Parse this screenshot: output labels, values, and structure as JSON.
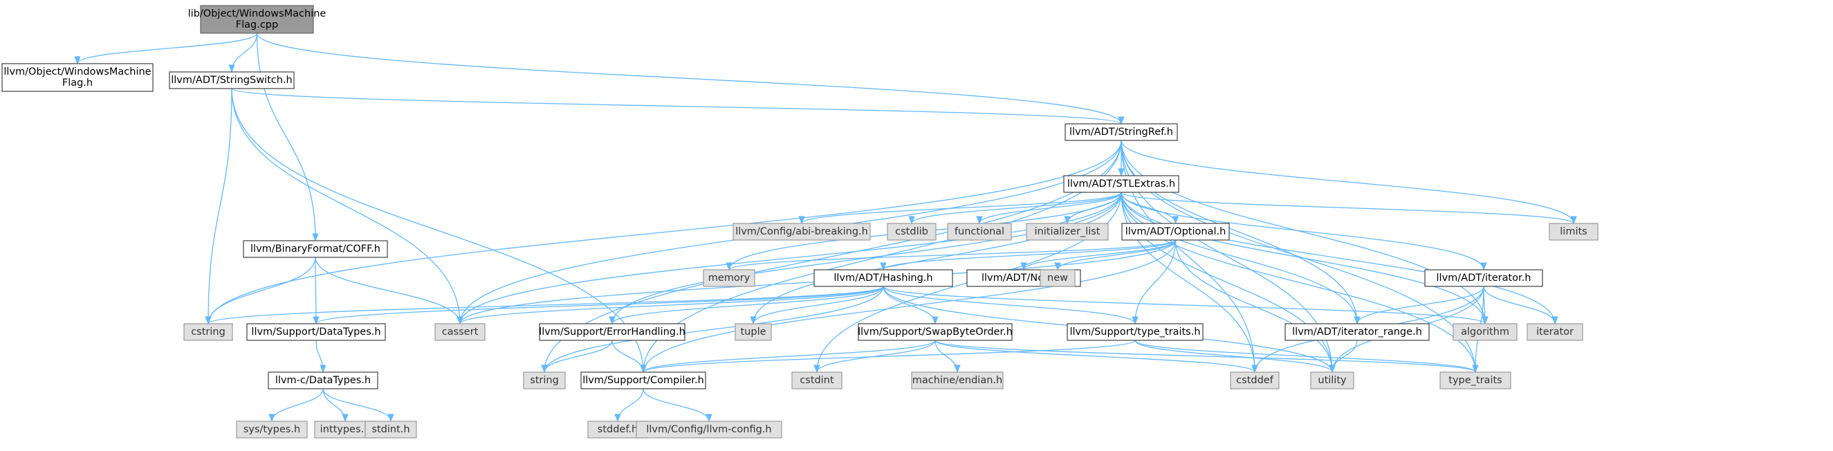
{
  "graph": {
    "nodes": [
      {
        "id": "root",
        "lines": [
          "lib/Object/WindowsMachine",
          "Flag.cpp"
        ],
        "kind": "root"
      },
      {
        "id": "wmf_h",
        "lines": [
          "llvm/Object/WindowsMachine",
          "Flag.h"
        ],
        "kind": "int"
      },
      {
        "id": "stringswitch",
        "lines": [
          "llvm/ADT/StringSwitch.h"
        ],
        "kind": "int"
      },
      {
        "id": "stringref",
        "lines": [
          "llvm/ADT/StringRef.h"
        ],
        "kind": "int"
      },
      {
        "id": "stlextras",
        "lines": [
          "llvm/ADT/STLExtras.h"
        ],
        "kind": "int"
      },
      {
        "id": "coff",
        "lines": [
          "llvm/BinaryFormat/COFF.h"
        ],
        "kind": "int"
      },
      {
        "id": "optional",
        "lines": [
          "llvm/ADT/Optional.h"
        ],
        "kind": "int"
      },
      {
        "id": "hashing",
        "lines": [
          "llvm/ADT/Hashing.h"
        ],
        "kind": "int"
      },
      {
        "id": "none",
        "lines": [
          "llvm/ADT/None.h"
        ],
        "kind": "int"
      },
      {
        "id": "iterator_h",
        "lines": [
          "llvm/ADT/iterator.h"
        ],
        "kind": "int"
      },
      {
        "id": "datatypes",
        "lines": [
          "llvm/Support/DataTypes.h"
        ],
        "kind": "int"
      },
      {
        "id": "errorhandling",
        "lines": [
          "llvm/Support/ErrorHandling.h"
        ],
        "kind": "int"
      },
      {
        "id": "swapbyteorder",
        "lines": [
          "llvm/Support/SwapByteOrder.h"
        ],
        "kind": "int"
      },
      {
        "id": "typetraits_h",
        "lines": [
          "llvm/Support/type_traits.h"
        ],
        "kind": "int"
      },
      {
        "id": "iterator_range",
        "lines": [
          "llvm/ADT/iterator_range.h"
        ],
        "kind": "int"
      },
      {
        "id": "c_datatypes",
        "lines": [
          "llvm-c/DataTypes.h"
        ],
        "kind": "int"
      },
      {
        "id": "compiler",
        "lines": [
          "llvm/Support/Compiler.h"
        ],
        "kind": "int"
      },
      {
        "id": "abi",
        "lines": [
          "llvm/Config/abi-breaking.h"
        ],
        "kind": "ext"
      },
      {
        "id": "cstdlib",
        "lines": [
          "cstdlib"
        ],
        "kind": "ext"
      },
      {
        "id": "functional",
        "lines": [
          "functional"
        ],
        "kind": "ext"
      },
      {
        "id": "initlist",
        "lines": [
          "initializer_list"
        ],
        "kind": "ext"
      },
      {
        "id": "limits",
        "lines": [
          "limits"
        ],
        "kind": "ext"
      },
      {
        "id": "memory",
        "lines": [
          "memory"
        ],
        "kind": "ext"
      },
      {
        "id": "new",
        "lines": [
          "new"
        ],
        "kind": "ext"
      },
      {
        "id": "cstring",
        "lines": [
          "cstring"
        ],
        "kind": "ext"
      },
      {
        "id": "cassert",
        "lines": [
          "cassert"
        ],
        "kind": "ext"
      },
      {
        "id": "tuple",
        "lines": [
          "tuple"
        ],
        "kind": "ext"
      },
      {
        "id": "algorithm",
        "lines": [
          "algorithm"
        ],
        "kind": "ext"
      },
      {
        "id": "iterator",
        "lines": [
          "iterator"
        ],
        "kind": "ext"
      },
      {
        "id": "string",
        "lines": [
          "string"
        ],
        "kind": "ext"
      },
      {
        "id": "cstdint",
        "lines": [
          "cstdint"
        ],
        "kind": "ext"
      },
      {
        "id": "machine_endian",
        "lines": [
          "machine/endian.h"
        ],
        "kind": "ext"
      },
      {
        "id": "cstddef",
        "lines": [
          "cstddef"
        ],
        "kind": "ext"
      },
      {
        "id": "utility",
        "lines": [
          "utility"
        ],
        "kind": "ext"
      },
      {
        "id": "type_traits",
        "lines": [
          "type_traits"
        ],
        "kind": "ext"
      },
      {
        "id": "systypes",
        "lines": [
          "sys/types.h"
        ],
        "kind": "ext"
      },
      {
        "id": "inttypes",
        "lines": [
          "inttypes.h"
        ],
        "kind": "ext"
      },
      {
        "id": "stdint",
        "lines": [
          "stdint.h"
        ],
        "kind": "ext"
      },
      {
        "id": "stddef",
        "lines": [
          "stddef.h"
        ],
        "kind": "ext"
      },
      {
        "id": "llvmconfig",
        "lines": [
          "llvm/Config/llvm-config.h"
        ],
        "kind": "ext"
      }
    ],
    "edges": [
      [
        "root",
        "wmf_h"
      ],
      [
        "root",
        "stringswitch"
      ],
      [
        "root",
        "stringref"
      ],
      [
        "root",
        "coff"
      ],
      [
        "stringswitch",
        "stringref"
      ],
      [
        "stringswitch",
        "cstring"
      ],
      [
        "stringswitch",
        "cassert"
      ],
      [
        "stringswitch",
        "compiler"
      ],
      [
        "stringref",
        "stlextras"
      ],
      [
        "stringref",
        "compiler"
      ],
      [
        "stringref",
        "algorithm"
      ],
      [
        "stringref",
        "cassert"
      ],
      [
        "stringref",
        "cstddef"
      ],
      [
        "stringref",
        "cstring"
      ],
      [
        "stringref",
        "limits"
      ],
      [
        "stringref",
        "string"
      ],
      [
        "stringref",
        "type_traits"
      ],
      [
        "stringref",
        "utility"
      ],
      [
        "stringref",
        "iterator_range"
      ],
      [
        "stlextras",
        "optional"
      ],
      [
        "stlextras",
        "iterator_h"
      ],
      [
        "stlextras",
        "iterator_range"
      ],
      [
        "stlextras",
        "abi"
      ],
      [
        "stlextras",
        "errorhandling"
      ],
      [
        "stlextras",
        "algorithm"
      ],
      [
        "stlextras",
        "cassert"
      ],
      [
        "stlextras",
        "cstddef"
      ],
      [
        "stlextras",
        "cstdint"
      ],
      [
        "stlextras",
        "cstdlib"
      ],
      [
        "stlextras",
        "functional"
      ],
      [
        "stlextras",
        "initlist"
      ],
      [
        "stlextras",
        "iterator"
      ],
      [
        "stlextras",
        "limits"
      ],
      [
        "stlextras",
        "memory"
      ],
      [
        "stlextras",
        "tuple"
      ],
      [
        "stlextras",
        "type_traits"
      ],
      [
        "stlextras",
        "utility"
      ],
      [
        "optional",
        "hashing"
      ],
      [
        "optional",
        "none"
      ],
      [
        "optional",
        "compiler"
      ],
      [
        "optional",
        "typetraits_h"
      ],
      [
        "optional",
        "cassert"
      ],
      [
        "optional",
        "memory"
      ],
      [
        "optional",
        "new"
      ],
      [
        "optional",
        "utility"
      ],
      [
        "hashing",
        "datatypes"
      ],
      [
        "hashing",
        "errorhandling"
      ],
      [
        "hashing",
        "swapbyteorder"
      ],
      [
        "hashing",
        "typetraits_h"
      ],
      [
        "hashing",
        "algorithm"
      ],
      [
        "hashing",
        "cassert"
      ],
      [
        "hashing",
        "cstring"
      ],
      [
        "hashing",
        "string"
      ],
      [
        "hashing",
        "tuple"
      ],
      [
        "hashing",
        "utility"
      ],
      [
        "coff",
        "datatypes"
      ],
      [
        "coff",
        "cassert"
      ],
      [
        "coff",
        "cstring"
      ],
      [
        "datatypes",
        "c_datatypes"
      ],
      [
        "c_datatypes",
        "systypes"
      ],
      [
        "c_datatypes",
        "inttypes"
      ],
      [
        "c_datatypes",
        "stdint"
      ],
      [
        "errorhandling",
        "compiler"
      ],
      [
        "errorhandling",
        "string"
      ],
      [
        "compiler",
        "stddef"
      ],
      [
        "compiler",
        "llvmconfig"
      ],
      [
        "swapbyteorder",
        "compiler"
      ],
      [
        "swapbyteorder",
        "cstddef"
      ],
      [
        "swapbyteorder",
        "cstdint"
      ],
      [
        "swapbyteorder",
        "type_traits"
      ],
      [
        "swapbyteorder",
        "machine_endian"
      ],
      [
        "typetraits_h",
        "compiler"
      ],
      [
        "typetraits_h",
        "type_traits"
      ],
      [
        "typetraits_h",
        "utility"
      ],
      [
        "iterator_h",
        "iterator_range"
      ],
      [
        "iterator_h",
        "algorithm"
      ],
      [
        "iterator_h",
        "cstddef"
      ],
      [
        "iterator_h",
        "iterator"
      ],
      [
        "iterator_h",
        "type_traits"
      ],
      [
        "iterator_h",
        "utility"
      ],
      [
        "iterator_range",
        "utility"
      ]
    ]
  }
}
